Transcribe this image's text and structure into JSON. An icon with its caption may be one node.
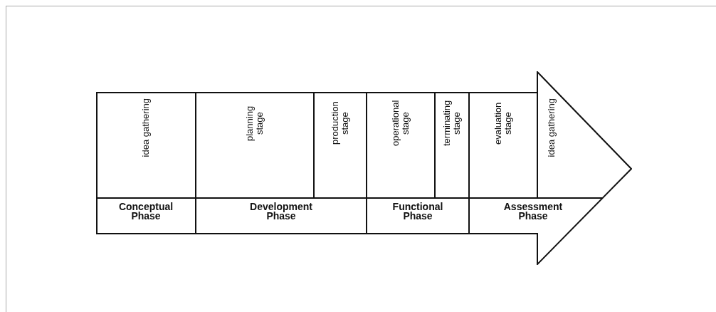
{
  "diagram": {
    "nodes": [
      {
        "text": [],
        "shape": "arrow"
      },
      {
        "text": [
          "idea gathering"
        ],
        "in": 0
      },
      {
        "text": [
          "planning stage"
        ],
        "in": 0
      },
      {
        "text": [
          "production stage"
        ],
        "in": 0
      },
      {
        "text": [
          "operational stage"
        ],
        "in": 0
      },
      {
        "text": [
          "terminating stage"
        ],
        "in": 0
      },
      {
        "text": [
          "evaluation stage"
        ],
        "in": 0
      },
      {
        "text": [
          "idea gathering"
        ],
        "in": 0
      },
      {
        "text": [
          "Conceptual Phase"
        ],
        "in": 0
      },
      {
        "text": [
          "Development Phase"
        ],
        "in": 0
      },
      {
        "text": [
          "Functional Phase"
        ],
        "in": 0
      },
      {
        "text": [
          "Assessment Phase"
        ],
        "in": 0
      }
    ],
    "edges": []
  }
}
